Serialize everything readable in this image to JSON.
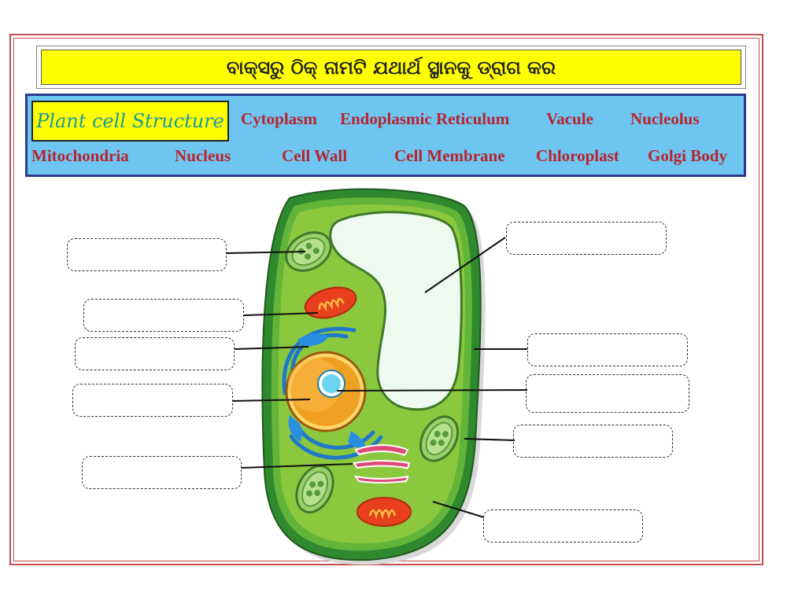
{
  "title": "ବାକ୍ସରୁ ଠିକ୍ ନାମଟି ଯଥାର୍ଥ ସ୍ଥାନକୁ ଡ୍ରାଗ କର",
  "word_bank": {
    "heading": "Plant cell Structure",
    "words": [
      "Cytoplasm",
      "Endoplasmic Reticulum",
      "Vacule",
      "Nucleolus",
      "Mitochondria",
      "Nucleus",
      "Cell Wall",
      "Cell Membrane",
      "Chloroplast",
      "Golgi Body"
    ]
  },
  "colors": {
    "title_bg": "#ffff00",
    "bank_bg": "#6ec6f0",
    "bank_border": "#2e3b8f",
    "word_color": "#b8232f",
    "heading_color": "#1a9a9a",
    "frame": "#c0504d",
    "cell_wall": "#2f8a2f",
    "cytoplasm": "#8cc83e",
    "vacuole": "#eefaf0",
    "nucleus": "#f0a020",
    "nucleolus": "#6dd4ef",
    "mitochondria": "#e8401f",
    "golgi": "#e04a7a"
  },
  "drop_zone_count": 10
}
